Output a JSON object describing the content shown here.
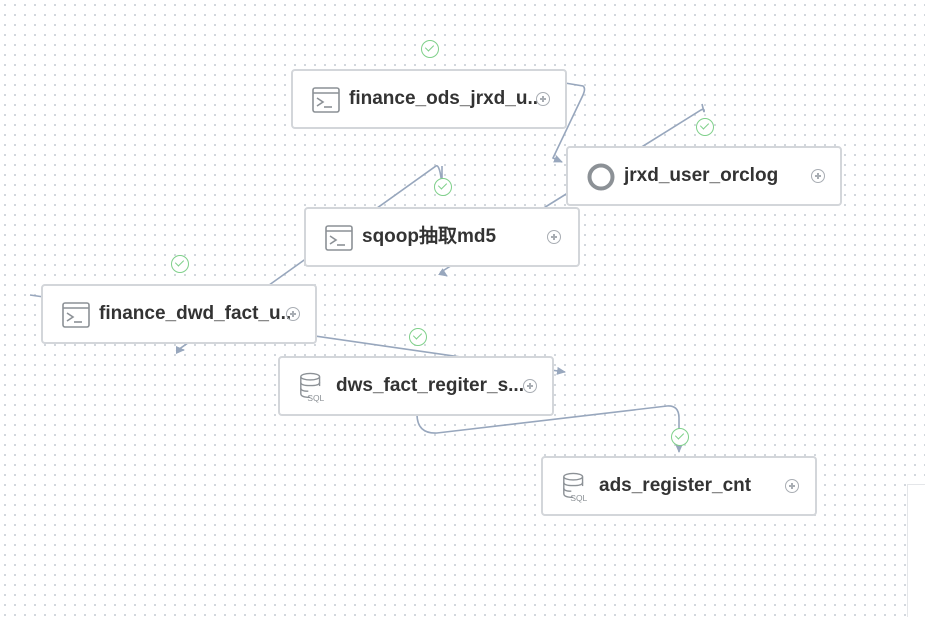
{
  "nodes": [
    {
      "id": "n1",
      "label": "finance_ods_jrxd_u..",
      "icon": "shell-terminal-icon",
      "status": "success"
    },
    {
      "id": "n2",
      "label": "jrxd_user_orclog",
      "icon": "subprocess-ring-icon",
      "status": "success"
    },
    {
      "id": "n3",
      "label": "sqoop抽取md5",
      "icon": "shell-terminal-icon",
      "status": "success"
    },
    {
      "id": "n4",
      "label": "finance_dwd_fact_u..",
      "icon": "shell-terminal-icon",
      "status": "success"
    },
    {
      "id": "n5",
      "label": "dws_fact_regiter_s...",
      "icon": "sql-database-icon",
      "status": "success"
    },
    {
      "id": "n6",
      "label": "ads_register_cnt",
      "icon": "sql-database-icon",
      "status": "success"
    }
  ],
  "icons": {
    "sql_text": "SQL"
  },
  "colors": {
    "edge": "#98a7bd",
    "node_border": "#d3d6da",
    "check": "#7fd08a",
    "icon": "#8c9196",
    "label": "#333333"
  }
}
